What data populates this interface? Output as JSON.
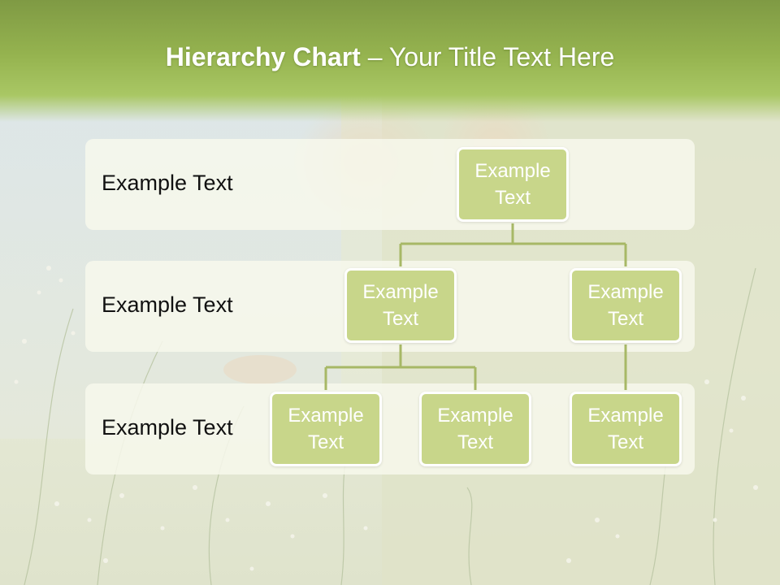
{
  "title": {
    "bold": "Hierarchy Chart",
    "rest": " – Your Title Text Here"
  },
  "levels": [
    {
      "label": "Example Text"
    },
    {
      "label": "Example Text"
    },
    {
      "label": "Example Text"
    }
  ],
  "nodes": {
    "root": "Example\nText",
    "mid_left": "Example\nText",
    "mid_right": "Example\nText",
    "leaf_1": "Example\nText",
    "leaf_2": "Example\nText",
    "leaf_3": "Example\nText"
  },
  "colors": {
    "header": "#95b34f",
    "node_fill": "#c8d68a",
    "connector": "#a7b866",
    "band": "#f7f8ec"
  }
}
